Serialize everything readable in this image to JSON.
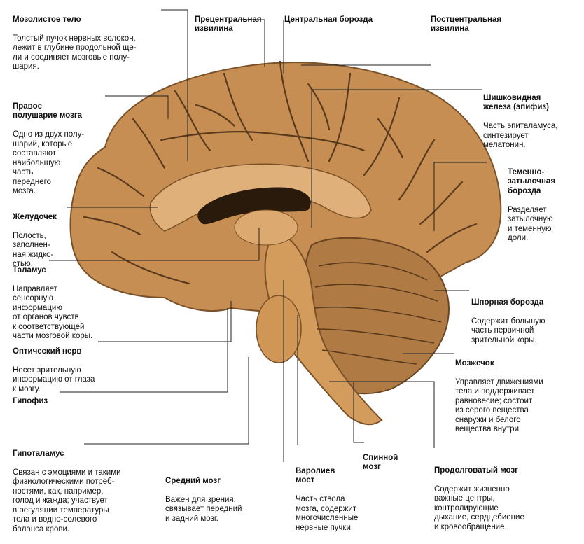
{
  "labels": {
    "corpus_callosum": {
      "title": "Мозолистое тело",
      "desc": "Толстый пучок нервных волокон,\nлежит в глубине продольной ще-\nли и соединяет мозговые полу-\nшария."
    },
    "precentral": {
      "title": "Прецентральная\nизвилина"
    },
    "central": {
      "title": "Центральная борозда"
    },
    "postcentral": {
      "title": "Постцентральная\nизвилина"
    },
    "right_hemisphere": {
      "title": "Правое\nполушарие мозга",
      "desc": "Одно из двух полу-\nшарий, которые\nсоставляют\nнаибольшую\nчасть\nпереднего\nмозга."
    },
    "pineal": {
      "title": "Шишковидная\nжелеза (эпифиз)",
      "desc": "Часть эпиталамуса,\nсинтезирует\nмелатонин."
    },
    "parieto_occipital": {
      "title": "Теменно-\nзатылочная\nборозда",
      "desc": "Разделяет\nзатылочную\nи теменную\nдоли."
    },
    "ventricle": {
      "title": "Желудочек",
      "desc": "Полость,\nзаполнен-\nная жидко-\nстью."
    },
    "thalamus": {
      "title": "Таламус",
      "desc": "Направляет\nсенсорную\nинформацию\nот органов чувств\nк соответствующей\nчасти мозговой коры."
    },
    "calcarine": {
      "title": "Шпорная борозда",
      "desc": "Содержит большую\nчасть первичной\nзрительной коры."
    },
    "optic_nerve": {
      "title": "Оптический нерв",
      "desc": "Несет зрительную\nинформацию от глаза\nк мозгу."
    },
    "cerebellum": {
      "title": "Мозжечок",
      "desc": "Управляет движениями\nтела и поддерживает\nравновесие; состоит\nиз серого вещества\nснаружи и белого\nвещества внутри."
    },
    "pituitary": {
      "title": "Гипофиз"
    },
    "hypothalamus": {
      "title": "Гипоталамус",
      "desc": "Связан с эмоциями и такими\nфизиологическими потреб-\nностями, как, например,\nголод и жажда;  участвует\nв регуляции температуры\nтела и водно-солевого\nбаланса крови."
    },
    "spinal_cord": {
      "title": "Спинной\nмозг"
    },
    "midbrain": {
      "title": "Средний мозг",
      "desc": "Важен для зрения,\nсвязывает передний\nи задний мозг."
    },
    "pons": {
      "title": "Варолиев\nмост",
      "desc": "Часть ствола\nмозга, содержит\nмногочисленные\nнервные пучки."
    },
    "medulla": {
      "title": "Продолговатый мозг",
      "desc": "Содержит жизненно\nважные центры,\nконтролирующие\nдыхание, сердцебиение\nи кровообращение."
    }
  },
  "colors": {
    "brain": "#c68e52",
    "brain_dark": "#7a5128",
    "sulcus": "#5a3a1c",
    "leader": "#222222"
  }
}
